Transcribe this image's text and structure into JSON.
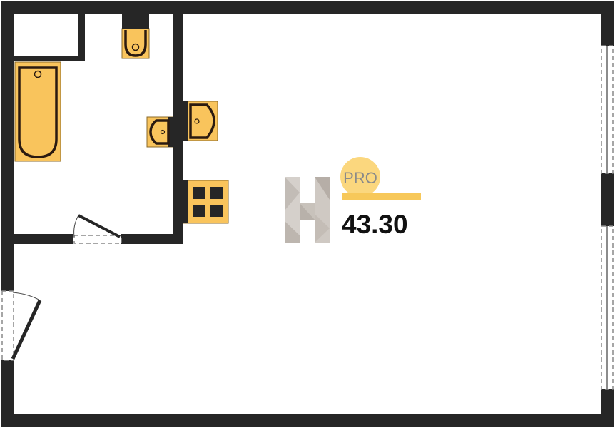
{
  "plan": {
    "area_label": "43.30",
    "logo_badge": "PRO",
    "logo_letter": "H"
  },
  "colors": {
    "wall": "#262626",
    "fixture": "#f9c45c",
    "accent": "#f7c85a",
    "badge_circle": "#fbd77e",
    "badge_text": "#8a8a8a"
  }
}
